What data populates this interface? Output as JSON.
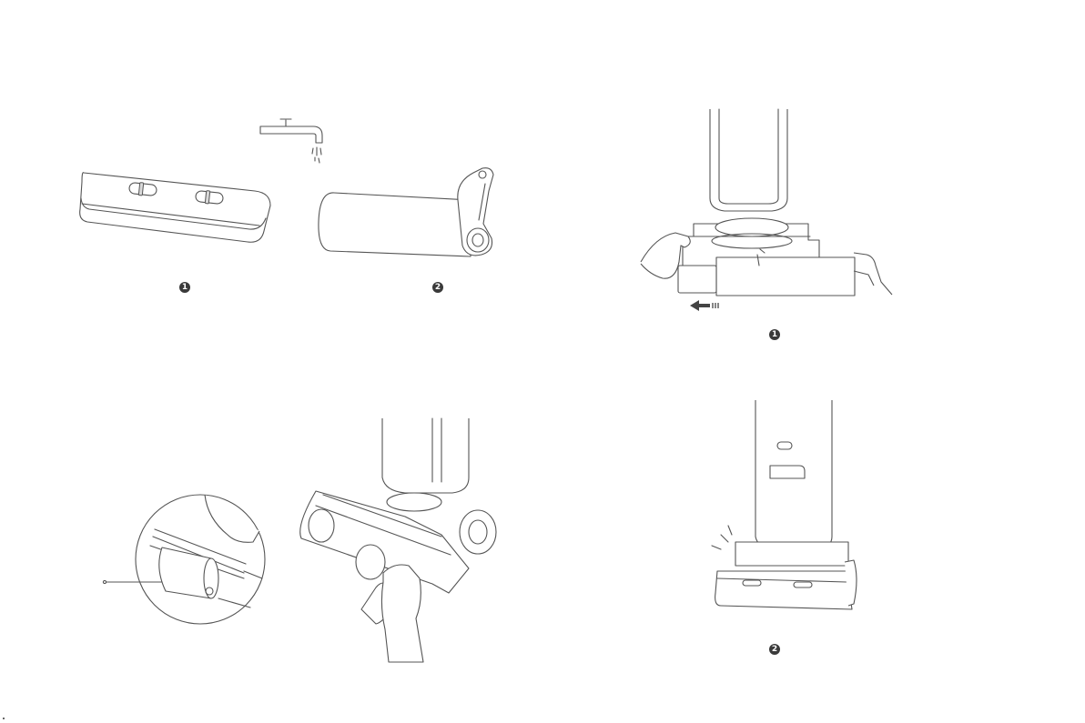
{
  "steps": {
    "top_left_1": "1",
    "top_left_2": "2",
    "right_1": "1",
    "right_2": "2"
  },
  "icons": {
    "faucet": "faucet-icon",
    "arrow": "arrow-left-icon",
    "click_marks": "click-sound-icon"
  }
}
